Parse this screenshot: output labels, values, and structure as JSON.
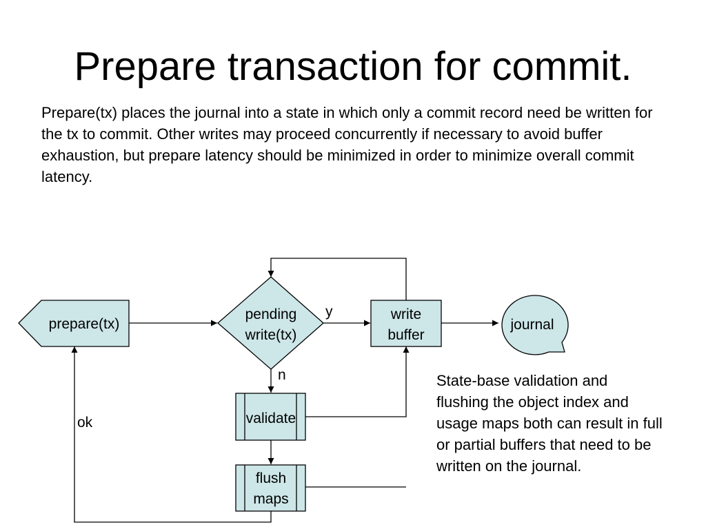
{
  "slide": {
    "title": "Prepare transaction for commit.",
    "intro": "Prepare(tx) places the journal into a state in which only a commit record need be written for the tx to commit.  Other writes may proceed concurrently if necessary to avoid buffer exhaustion, but prepare latency should be minimized in order to minimize overall commit latency.",
    "note": "State-base validation and flushing the object index and usage maps both can result in full or partial buffers that need to be written on the journal."
  },
  "diagram": {
    "nodes": {
      "prepare": {
        "label": "prepare(tx)",
        "shape": "display"
      },
      "pending": {
        "lines": [
          "pending",
          "write(tx)"
        ],
        "shape": "decision"
      },
      "write_buffer": {
        "lines": [
          "write",
          "buffer"
        ],
        "shape": "process"
      },
      "journal": {
        "label": "journal",
        "shape": "stored-data"
      },
      "validate": {
        "label": "validate",
        "shape": "predefined-process"
      },
      "flush_maps": {
        "lines": [
          "flush",
          "maps"
        ],
        "shape": "predefined-process"
      }
    },
    "edge_labels": {
      "yes": "y",
      "no": "n",
      "ok": "ok"
    },
    "colors": {
      "fill": "#cde6e8",
      "stroke": "#000000"
    }
  }
}
